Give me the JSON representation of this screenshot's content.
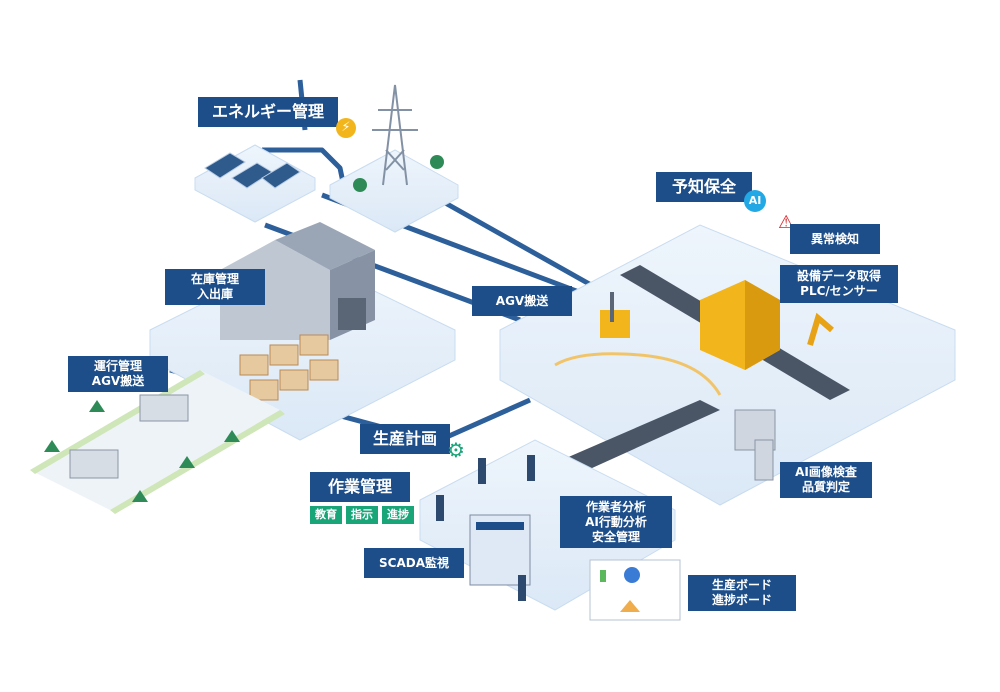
{
  "labels": {
    "energy": "エネルギー管理",
    "predictive_maintenance": "予知保全",
    "ai_badge": "AI",
    "anomaly_detection": "異常検知",
    "equipment_data": [
      "設備データ取得",
      "PLC/センサー"
    ],
    "inventory": [
      "在庫管理",
      "入出庫"
    ],
    "agv_transport": "AGV搬送",
    "delivery": [
      "運行管理",
      "AGV搬送"
    ],
    "production_plan": "生産計画",
    "work_management": "作業管理",
    "work_tags": [
      "教育",
      "指示",
      "進捗"
    ],
    "scada": "SCADA監視",
    "worker_analysis": [
      "作業者分析",
      "AI行動分析",
      "安全管理"
    ],
    "ai_inspection": [
      "AI画像検査",
      "品質判定"
    ],
    "production_board": [
      "生産ボード",
      "進捗ボード"
    ]
  },
  "icons": {
    "energy_badge": "lightning-bolt-icon",
    "production_badge": "gear-icon",
    "anomaly_badge": "warning-triangle-icon"
  },
  "colors": {
    "label_bg": "#1d4e89",
    "tag_bg": "#1aa579",
    "ai_badge": "#23a8e6",
    "platform": "#e6f0fa",
    "connector": "#2d5f9a"
  }
}
